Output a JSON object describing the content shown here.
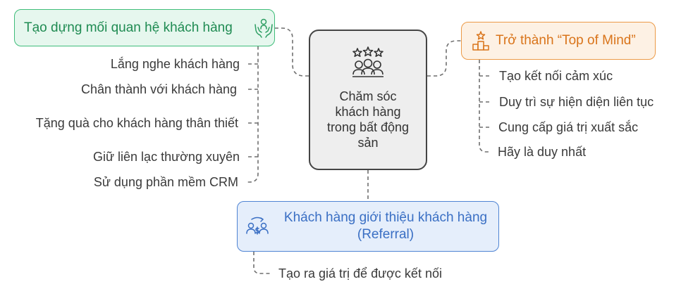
{
  "center": {
    "label": "Chăm sóc khách hàng trong bất động sản",
    "icon": "customers-stars-icon"
  },
  "left_branch": {
    "title": "Tạo dựng mối quan hệ khách hàng",
    "icon": "caring-hands-icon",
    "color": "#3fbd7a",
    "items": [
      "Lắng nghe khách hàng",
      "Chân thành với khách hàng",
      "Tặng quà cho khách hàng thân thiết",
      "Giữ liên lạc thường xuyên",
      "Sử dụng phần mềm CRM"
    ]
  },
  "right_branch": {
    "title": "Trở thành “Top of Mind”",
    "icon": "podium-star-icon",
    "color": "#ec9a47",
    "items": [
      "Tạo kết nối cảm xúc",
      "Duy trì sự hiện diện liên tục",
      "Cung cấp giá trị xuất sắc",
      "Hãy là duy nhất"
    ]
  },
  "bottom_branch": {
    "title_line1": "Khách hàng giới thiệu khách hàng",
    "title_line2": "(Referral)",
    "icon": "referral-people-icon",
    "color": "#4f84d3",
    "items": [
      "Tạo ra giá trị để được kết nối"
    ]
  }
}
